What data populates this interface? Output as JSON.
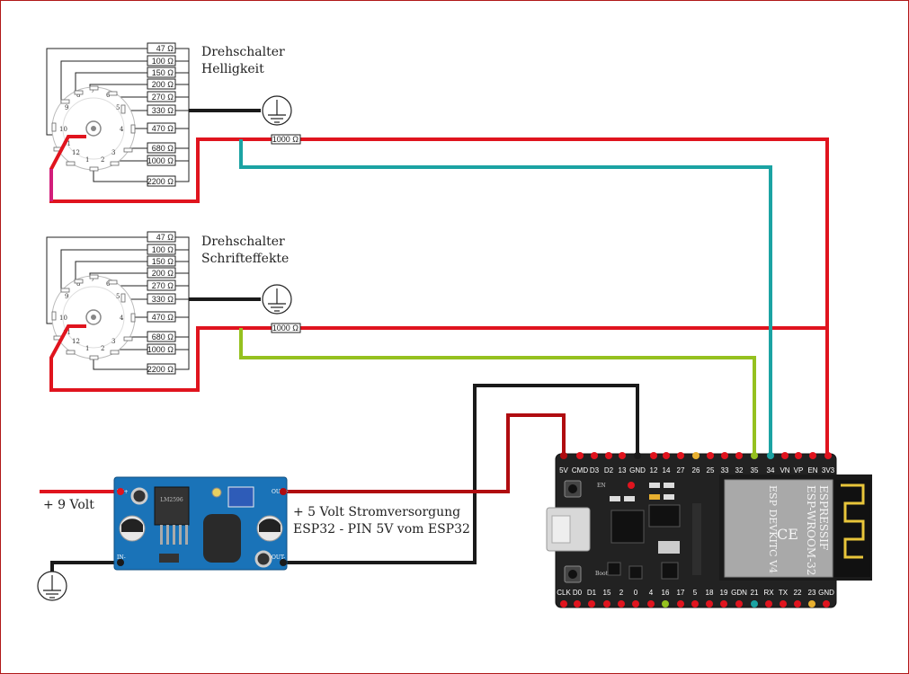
{
  "switch1": {
    "title_line1": "Drehschalter",
    "title_line2": "Helligkeit",
    "resistors": [
      "47 Ω",
      "100 Ω",
      "150 Ω",
      "200 Ω",
      "270 Ω",
      "330 Ω",
      "470 Ω",
      "680 Ω",
      "1000 Ω",
      "2200 Ω"
    ],
    "series_resistor": "1000 Ω"
  },
  "switch2": {
    "title_line1": "Drehschalter",
    "title_line2": "Schrifteffekte",
    "resistors": [
      "47 Ω",
      "100 Ω",
      "150 Ω",
      "200 Ω",
      "270 Ω",
      "330 Ω",
      "470 Ω",
      "680 Ω",
      "1000 Ω",
      "2200 Ω"
    ],
    "series_resistor": "1000 Ω"
  },
  "power": {
    "input_label": "+ 9 Volt",
    "output_line1": "+ 5 Volt Stromversorgung",
    "output_line2": "ESP32 - PIN 5V vom ESP32",
    "module_chip": "LM2596",
    "in_plus": "IN+",
    "in_minus": "IN-",
    "out_plus": "OUT+",
    "out_minus": "OUT-"
  },
  "esp32": {
    "top_pins": [
      "5V",
      "CMD",
      "D3",
      "D2",
      "13",
      "GND",
      "12",
      "14",
      "27",
      "26",
      "25",
      "33",
      "32",
      "35",
      "34",
      "VN",
      "VP",
      "EN",
      "3V3"
    ],
    "bottom_pins": [
      "CLK",
      "D0",
      "D1",
      "15",
      "2",
      "0",
      "4",
      "16",
      "17",
      "5",
      "18",
      "19",
      "GDN",
      "21",
      "RX",
      "TX",
      "22",
      "23",
      "GND"
    ],
    "module_brand": "ESPRESSIF",
    "module_name": "ESP-WROOM-32",
    "board_name": "ESP DEVKITC V4",
    "button_en": "EN",
    "button_boot": "Boot"
  },
  "colors": {
    "wire_red": "#e0141e",
    "wire_darkred": "#b00c10",
    "wire_black": "#1a1a1a",
    "wire_teal": "#1ba3a3",
    "wire_lime": "#95c11f",
    "wire_pink": "#d21e7a",
    "board_blue": "#1a73b8",
    "board_black": "#222222"
  }
}
